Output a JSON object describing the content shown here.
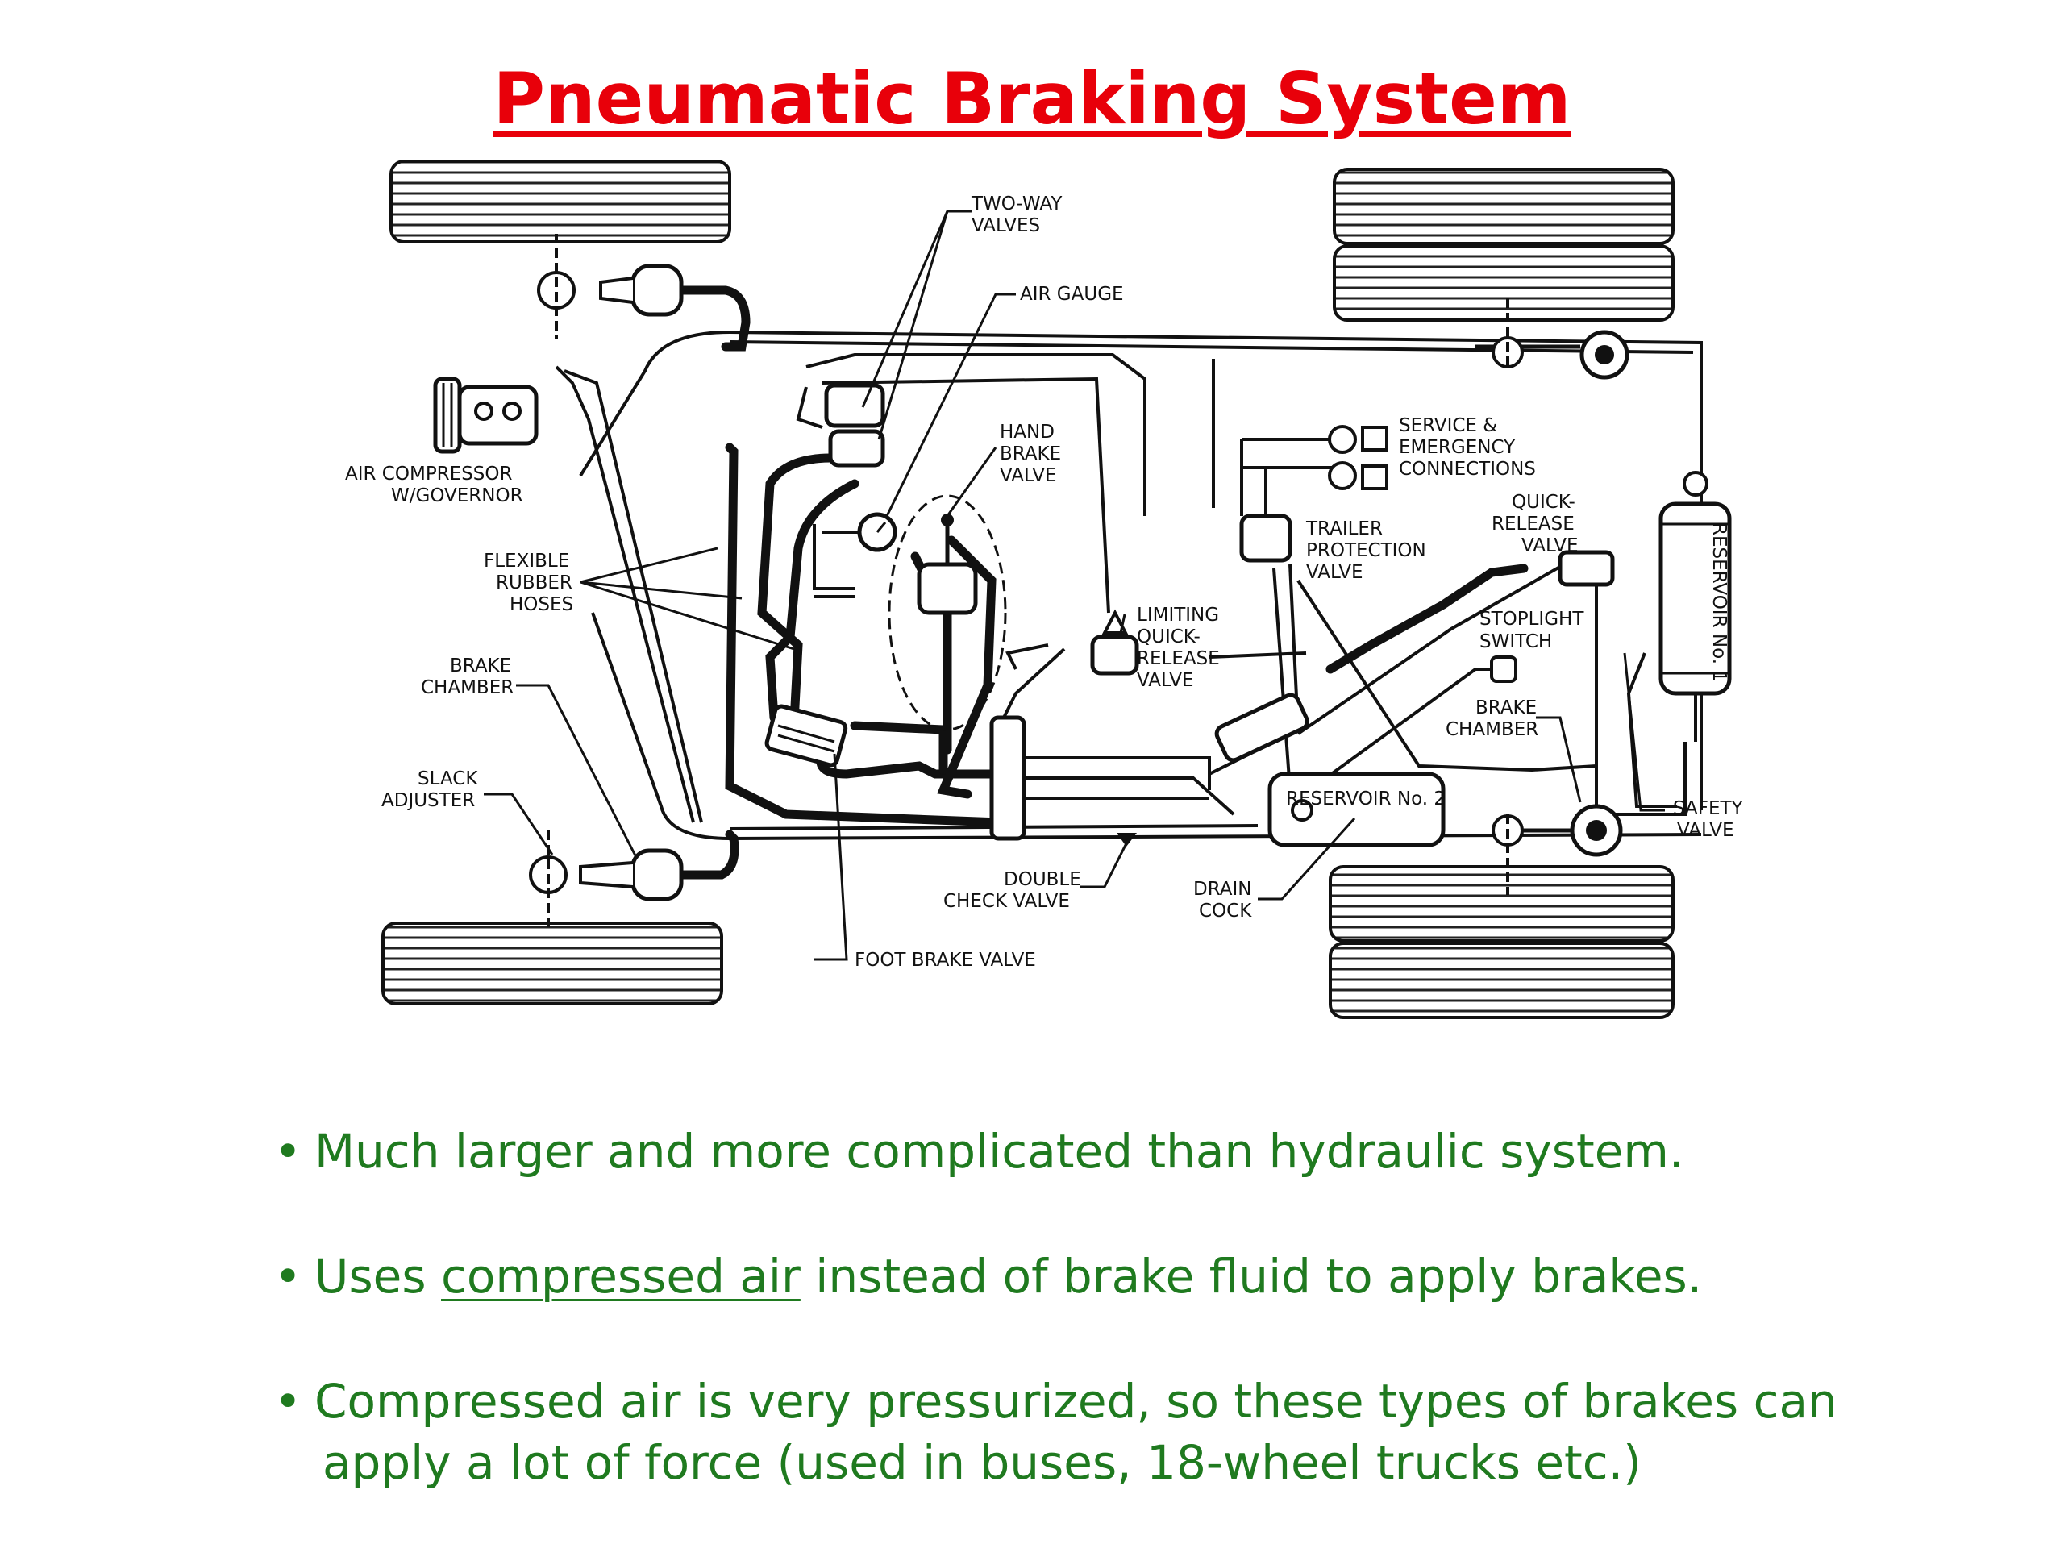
{
  "title": "Pneumatic Braking System",
  "diagram": {
    "labels": {
      "two_way_valves_1": "TWO-WAY",
      "two_way_valves_2": "VALVES",
      "air_gauge": "AIR GAUGE",
      "hand_brake_valve_1": "HAND",
      "hand_brake_valve_2": "BRAKE",
      "hand_brake_valve_3": "VALVE",
      "service_1": "SERVICE &",
      "service_2": "EMERGENCY",
      "service_3": "CONNECTIONS",
      "air_compressor_1": "AIR COMPRESSOR",
      "air_compressor_2": "W/GOVERNOR",
      "flexible_1": "FLEXIBLE",
      "flexible_2": "RUBBER",
      "flexible_3": "HOSES",
      "trailer_1": "TRAILER",
      "trailer_2": "PROTECTION",
      "trailer_3": "VALVE",
      "quick_release_1": "QUICK-",
      "quick_release_2": "RELEASE",
      "quick_release_3": "VALVE",
      "limiting_1": "LIMITING",
      "limiting_2": "QUICK-",
      "limiting_3": "RELEASE",
      "limiting_4": "VALVE",
      "stoplight_1": "STOPLIGHT",
      "stoplight_2": "SWITCH",
      "brake_chamber_left_1": "BRAKE",
      "brake_chamber_left_2": "CHAMBER",
      "brake_chamber_right_1": "BRAKE",
      "brake_chamber_right_2": "CHAMBER",
      "slack_1": "SLACK",
      "slack_2": "ADJUSTER",
      "reservoir_1": "RESERVOIR No. 1",
      "reservoir_2": "RESERVOIR No. 2",
      "safety_1": "SAFETY",
      "safety_2": "VALVE",
      "double_check_1": "DOUBLE",
      "double_check_2": "CHECK VALVE",
      "drain_1": "DRAIN",
      "drain_2": "COCK",
      "foot_brake": "FOOT BRAKE VALVE"
    }
  },
  "bullets": [
    {
      "dot": "•",
      "text": "Much larger and more complicated than hydraulic system."
    },
    {
      "dot": "•",
      "pre": "Uses ",
      "link": "compressed air",
      "post": " instead of brake fluid to apply brakes."
    },
    {
      "dot": "•",
      "line1": "Compressed air is very pressurized, so these types of brakes can",
      "line2": "apply a lot of force (used in buses, 18-wheel trucks etc.)"
    }
  ],
  "colors": {
    "title": "#e8000a",
    "bullets": "#1f7a1f",
    "ink": "#111111"
  }
}
